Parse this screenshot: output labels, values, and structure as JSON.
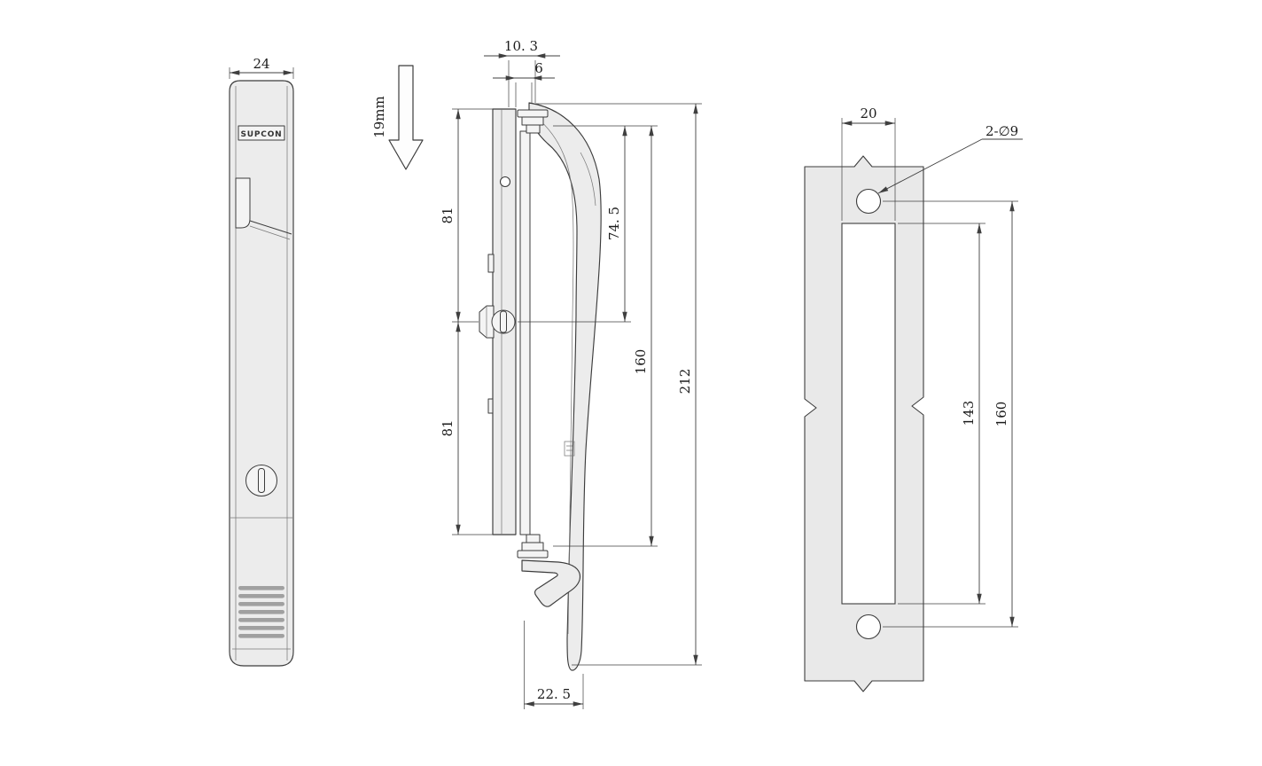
{
  "style": {
    "background": "#ffffff",
    "line_color": "#3c3c3c",
    "detail_color": "#7a7a7a",
    "dim_color": "#3f3f3f",
    "text_color": "#1c1c1c",
    "part_fill": "#ececec",
    "part_fill_light": "#f4f4f4",
    "panel_fill": "#e9e9e9",
    "vent_fill": "#a0a0a0"
  },
  "front_view": {
    "brand_label": "SUPCON",
    "dim_width": "24"
  },
  "side_view": {
    "dim_head_offset": "10. 3",
    "dim_panel_gap": "6",
    "travel_label": "19mm",
    "dim_upper_span": "81",
    "dim_lower_span": "81",
    "dim_screw_to_pivot": "74. 5",
    "dim_screw_span": "160",
    "dim_overall_length": "212",
    "dim_bottom_depth": "22. 5"
  },
  "cutout_view": {
    "dim_cutout_width": "20",
    "holes_label": "2-∅9",
    "dim_cutout_height": "143",
    "dim_hole_span": "160"
  }
}
